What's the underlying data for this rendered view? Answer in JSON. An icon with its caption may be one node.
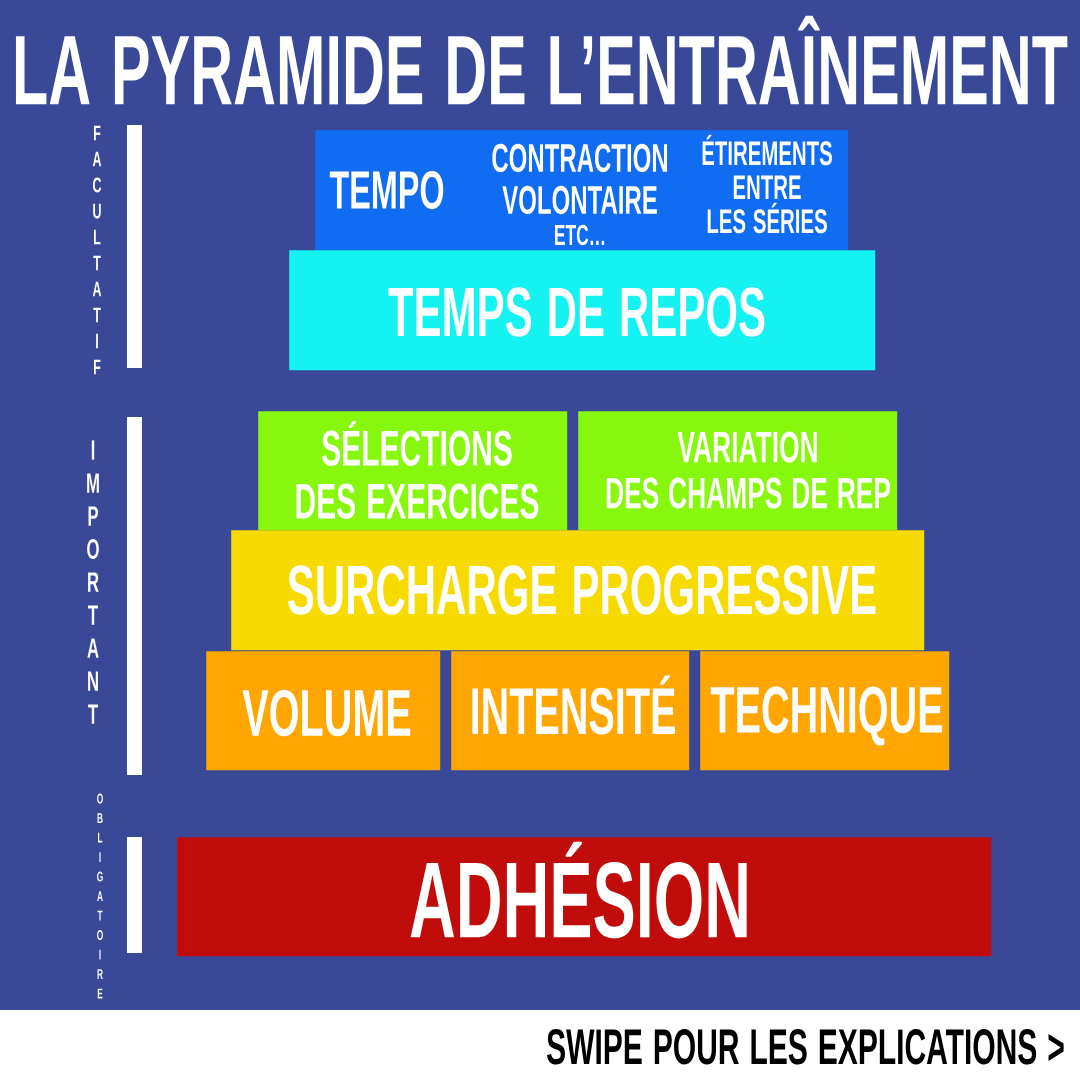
{
  "diagram": {
    "title": "LA PYRAMIDE DE L’ENTRAÎNEMENT",
    "nodes": [
      {
        "text": [
          "TEMPO",
          "CONTRACTION VOLONTAIRE",
          "ETC…",
          "ÉTIREMENTS ENTRE LES SÉRIES"
        ]
      },
      {
        "text": [
          "TEMPS DE REPOS"
        ]
      },
      {
        "text": [
          "SÉLECTIONS DES EXERCICES"
        ]
      },
      {
        "text": [
          "VARIATION DES CHAMPS DE REP"
        ]
      },
      {
        "text": [
          "SURCHARGE PROGRESSIVE"
        ]
      },
      {
        "text": [
          "VOLUME"
        ]
      },
      {
        "text": [
          "INTENSITÉ"
        ]
      },
      {
        "text": [
          "TECHNIQUE"
        ]
      },
      {
        "text": [
          "ADHÉSION"
        ]
      }
    ],
    "labels": [
      "FACULTATIF",
      "IMPORTANT",
      "OBLIGATOIRE",
      "SWIPE POUR LES EXPLICATIONS >"
    ]
  }
}
